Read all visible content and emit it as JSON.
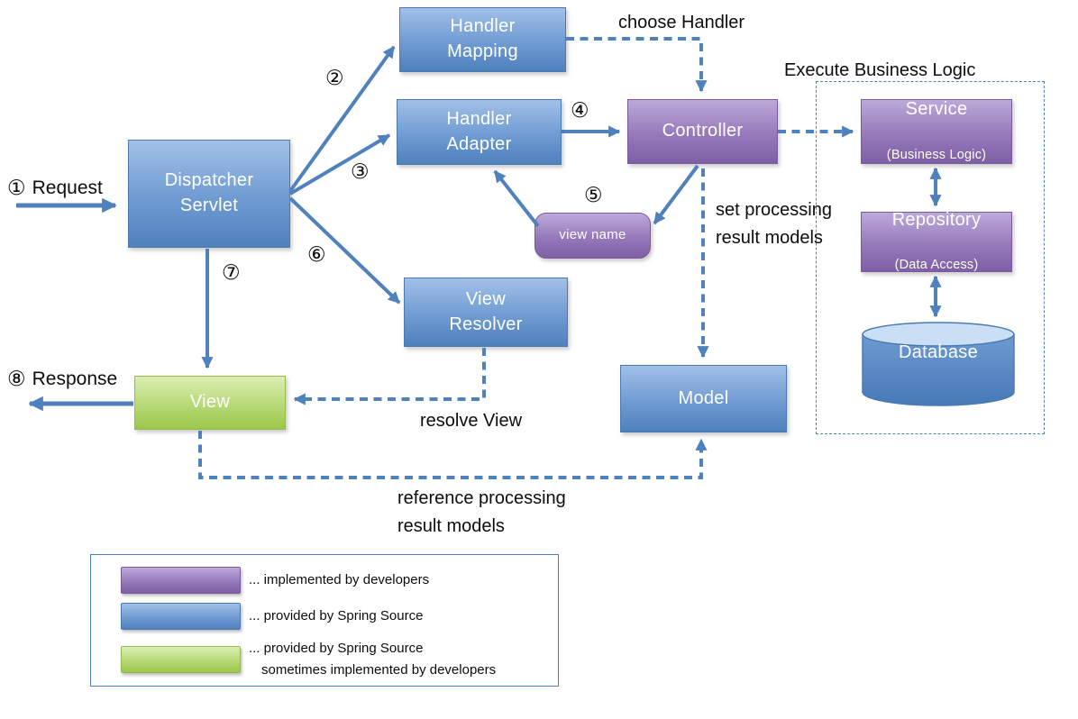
{
  "nodes": {
    "dispatcher_servlet": {
      "label": "Dispatcher\nServlet"
    },
    "handler_mapping": {
      "label": "Handler\nMapping"
    },
    "handler_adapter": {
      "label": "Handler\nAdapter"
    },
    "controller": {
      "label": "Controller"
    },
    "view_name": {
      "label": "view name"
    },
    "view_resolver": {
      "label": "View\nResolver"
    },
    "view": {
      "label": "View"
    },
    "model": {
      "label": "Model"
    },
    "service": {
      "title": "Service",
      "subtitle": "(Business Logic)"
    },
    "repository": {
      "title": "Repository",
      "subtitle": "(Data Access)"
    },
    "database": {
      "label": "Database"
    }
  },
  "steps": {
    "s1": "①",
    "s2": "②",
    "s3": "③",
    "s4": "④",
    "s5": "⑤",
    "s6": "⑥",
    "s7": "⑦",
    "s8": "⑧"
  },
  "labels": {
    "request": "Request",
    "response": "Response",
    "choose_handler": "choose Handler",
    "execute_business_logic": "Execute Business Logic",
    "set_processing_result_models": "set processing\nresult models",
    "resolve_view": "resolve View",
    "reference_processing_result_models": "reference processing\nresult models"
  },
  "legend": {
    "items": [
      {
        "text": "... implemented by developers",
        "text2": ""
      },
      {
        "text": "... provided by Spring Source",
        "text2": ""
      },
      {
        "text": "... provided by Spring Source",
        "text2": "sometimes implemented by developers"
      }
    ]
  },
  "colors": {
    "spring_blue": "#4f81bd",
    "developer_purple": "#8064a2",
    "view_green": "#9bbb59",
    "connector_blue": "#4f81bd"
  }
}
